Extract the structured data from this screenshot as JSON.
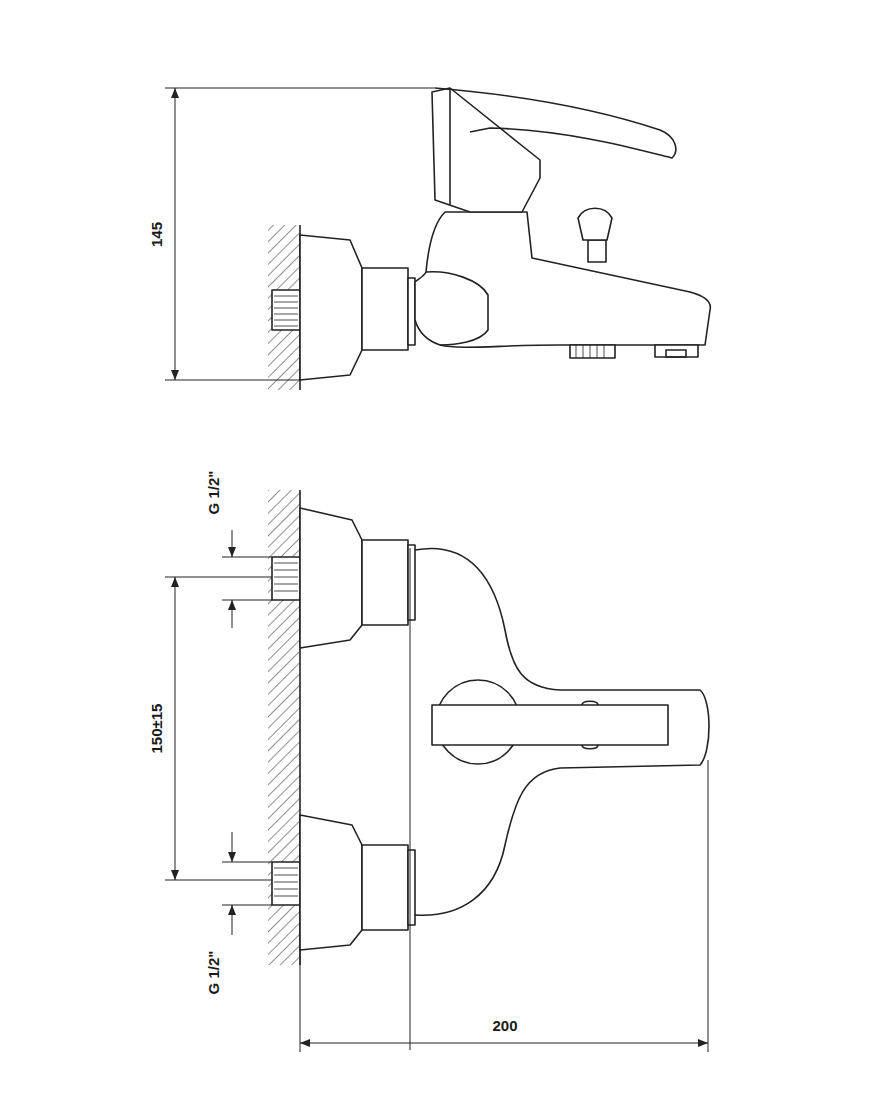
{
  "diagram": {
    "labels": [
      "145",
      "G 1/2\"",
      "150±15",
      "G 1/2\"",
      "200"
    ]
  }
}
